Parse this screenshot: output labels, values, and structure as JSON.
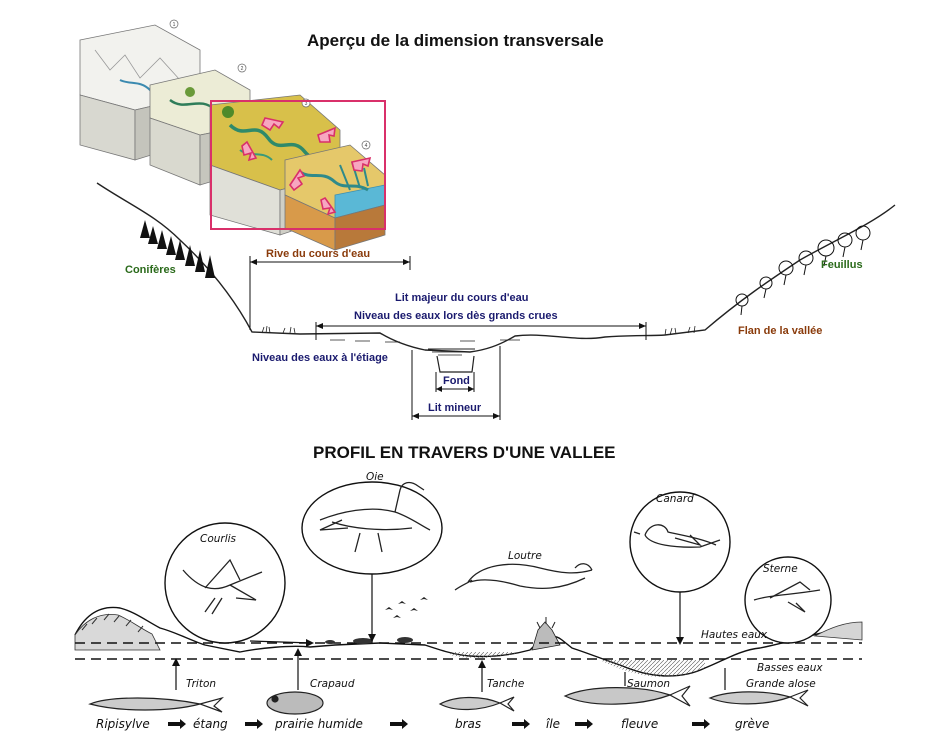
{
  "top": {
    "title": "Aperçu de la dimension transversale",
    "block_numbers": [
      "1",
      "2",
      "3",
      "4"
    ],
    "labels": {
      "rive": "Rive du cours d'eau",
      "coniferes": "Conifères",
      "feuillus": "Feuillus",
      "lit_majeur": "Lit majeur du cours d'eau",
      "niveau_crues": "Niveau des eaux lors dès grands crues",
      "flan": "Flan de la vallée",
      "etiage": "Niveau des eaux à l'étiage",
      "fond": "Fond",
      "lit_mineur": "Lit mineur"
    }
  },
  "bottom": {
    "title": "PROFIL EN TRAVERS D'UNE VALLEE",
    "birds": {
      "courlis": "Courlis",
      "oie": "Oie",
      "loutre": "Loutre",
      "canard": "Canard",
      "sterne": "Sterne"
    },
    "water": {
      "hautes": "Hautes eaux",
      "basses": "Basses eaux"
    },
    "fish": [
      "Triton",
      "Crapaud",
      "Tanche",
      "Saumon",
      "Grande alose"
    ],
    "sequence": [
      "Ripisylve",
      "étang",
      "prairie humide",
      "bras",
      "île",
      "fleuve",
      "grève"
    ]
  },
  "colors": {
    "highlight_box": "#d9306a",
    "arrow_fill": "#f7a6c0",
    "navy_text": "#1a1a6e",
    "brown_text": "#8a3b0b",
    "green_text": "#2a6a1a"
  }
}
